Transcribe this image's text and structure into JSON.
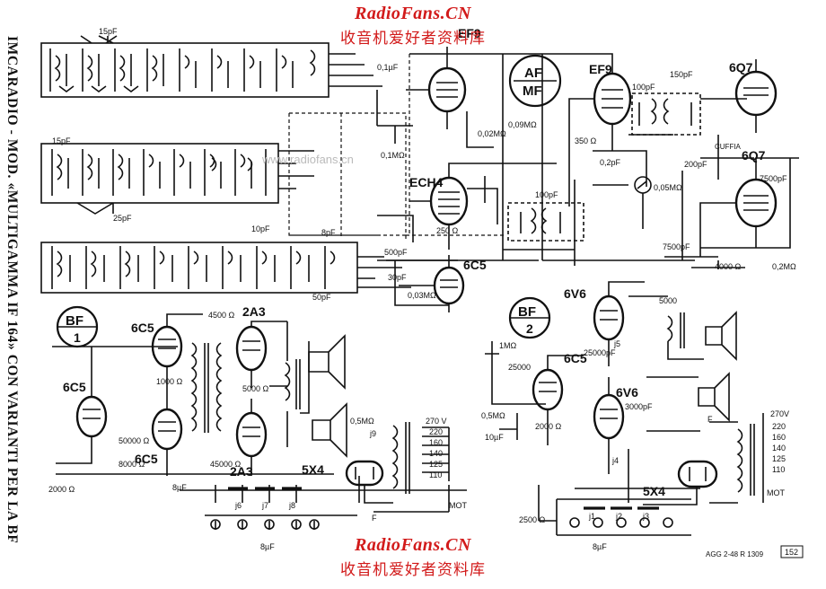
{
  "watermark": {
    "site": "RadioFans.CN",
    "cn": "收音机爱好者资料库",
    "faint": "www.radiofans.cn"
  },
  "side_title": "IMCARADIO - MOD. «MULTIGAMMA IF 164» CON VARIANTI PER LA BF",
  "section_labels": {
    "bf1_top": "BF",
    "bf1_num": "1",
    "bf2_top": "BF",
    "bf2_num": "2",
    "af_mf_top": "AF",
    "af_mf_bottom": "MF"
  },
  "tubes": {
    "ef9_a": "EF9",
    "ef9_b": "EF9",
    "q6q7_a": "6Q7",
    "q6q7_b": "6Q7",
    "ech4": "ECH4",
    "c6c5_a": "6C5",
    "c6c5_b": "6C5",
    "c6c5_c": "6C5",
    "c6c5_d": "6C5",
    "a2a3_a": "2A3",
    "a2a3_b": "2A3",
    "v6v6_a": "6V6",
    "v6v6_b": "6V6",
    "x5x4_a": "5X4",
    "x5x4_b": "5X4"
  },
  "components": {
    "c15pf": "15pF",
    "c15pf_b": "15pF",
    "c25pf": "25pF",
    "c10pf": "10pF",
    "c8pf": "8pF",
    "c0_1uf": "0,1µF",
    "c01mf": "0,1MΩ",
    "r250": "250 Ω",
    "r350": "350 Ω",
    "c500pf": "500pF",
    "c50pf": "50pF",
    "c30pf": "30pF",
    "c100pf": "100pF",
    "c150pf": "150pF",
    "c200pf": "200pF",
    "c7500pf": "7500pF",
    "c7500pf_b": "7500pF",
    "r4000": "4000 Ω",
    "r02m": "0,2MΩ",
    "r4500": "4500 Ω",
    "r5000": "5000 Ω",
    "c5000": "5000",
    "c25000": "25000",
    "c25000pf": "25000pF",
    "c3000pf": "3000pF",
    "r1000": "1000 Ω",
    "r50000": "50000 Ω",
    "r8000": "8000 Ω",
    "r2000": "2000 Ω",
    "r45000": "45000 Ω",
    "r1m": "1MΩ",
    "r0_5m": "0,5MΩ",
    "r2500": "2500 Ω",
    "c10uf": "10µF",
    "c8uf": "8µF",
    "c8uf_b": "8µF",
    "r009m": "0,09MΩ",
    "r002m": "0,02MΩ",
    "r003m": "0,03MΩ",
    "cuffia": "CUFFIA",
    "c02pf": "0,2pF",
    "r0_05m": "0,05MΩ"
  },
  "jacks": [
    "j6",
    "j7",
    "j8",
    "j9",
    "j1",
    "j2",
    "j3",
    "j4",
    "j5"
  ],
  "mains_left": [
    "270 V",
    "220",
    "160",
    "140",
    "125",
    "110"
  ],
  "mains_right": [
    "270V",
    "220",
    "160",
    "140",
    "125",
    "110"
  ],
  "mot": "MOT",
  "f_label": "F",
  "footer": {
    "agg": "AGG 2-48 R 1309",
    "page": "152"
  }
}
